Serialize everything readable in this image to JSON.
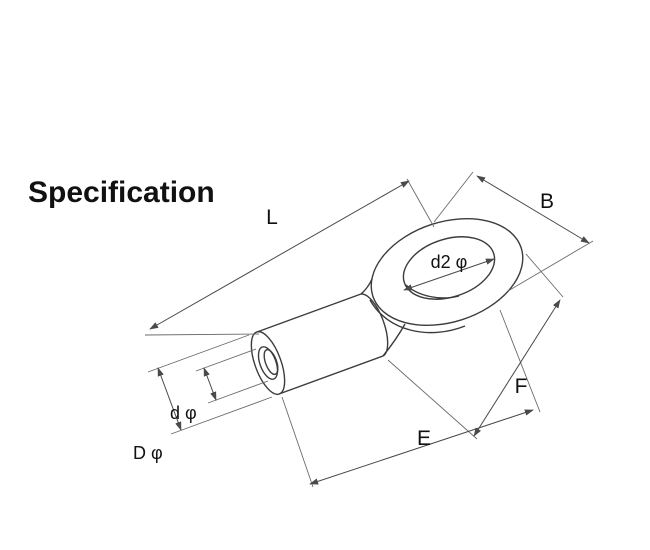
{
  "title": "Specification",
  "drawing": {
    "subject": "ring-terminal-technical-drawing",
    "dimension_labels": {
      "overall_length": "L",
      "ring_width": "B",
      "ring_hole_diameter": "d2 φ",
      "flange_length": "F",
      "body_length": "E",
      "wire_hole_diameter": "d φ",
      "barrel_outer_diameter": "D φ"
    },
    "colors": {
      "background": "#ffffff",
      "part_line": "#3c3c3c",
      "dimension_line": "#4a4a4a",
      "text": "#111111"
    }
  }
}
